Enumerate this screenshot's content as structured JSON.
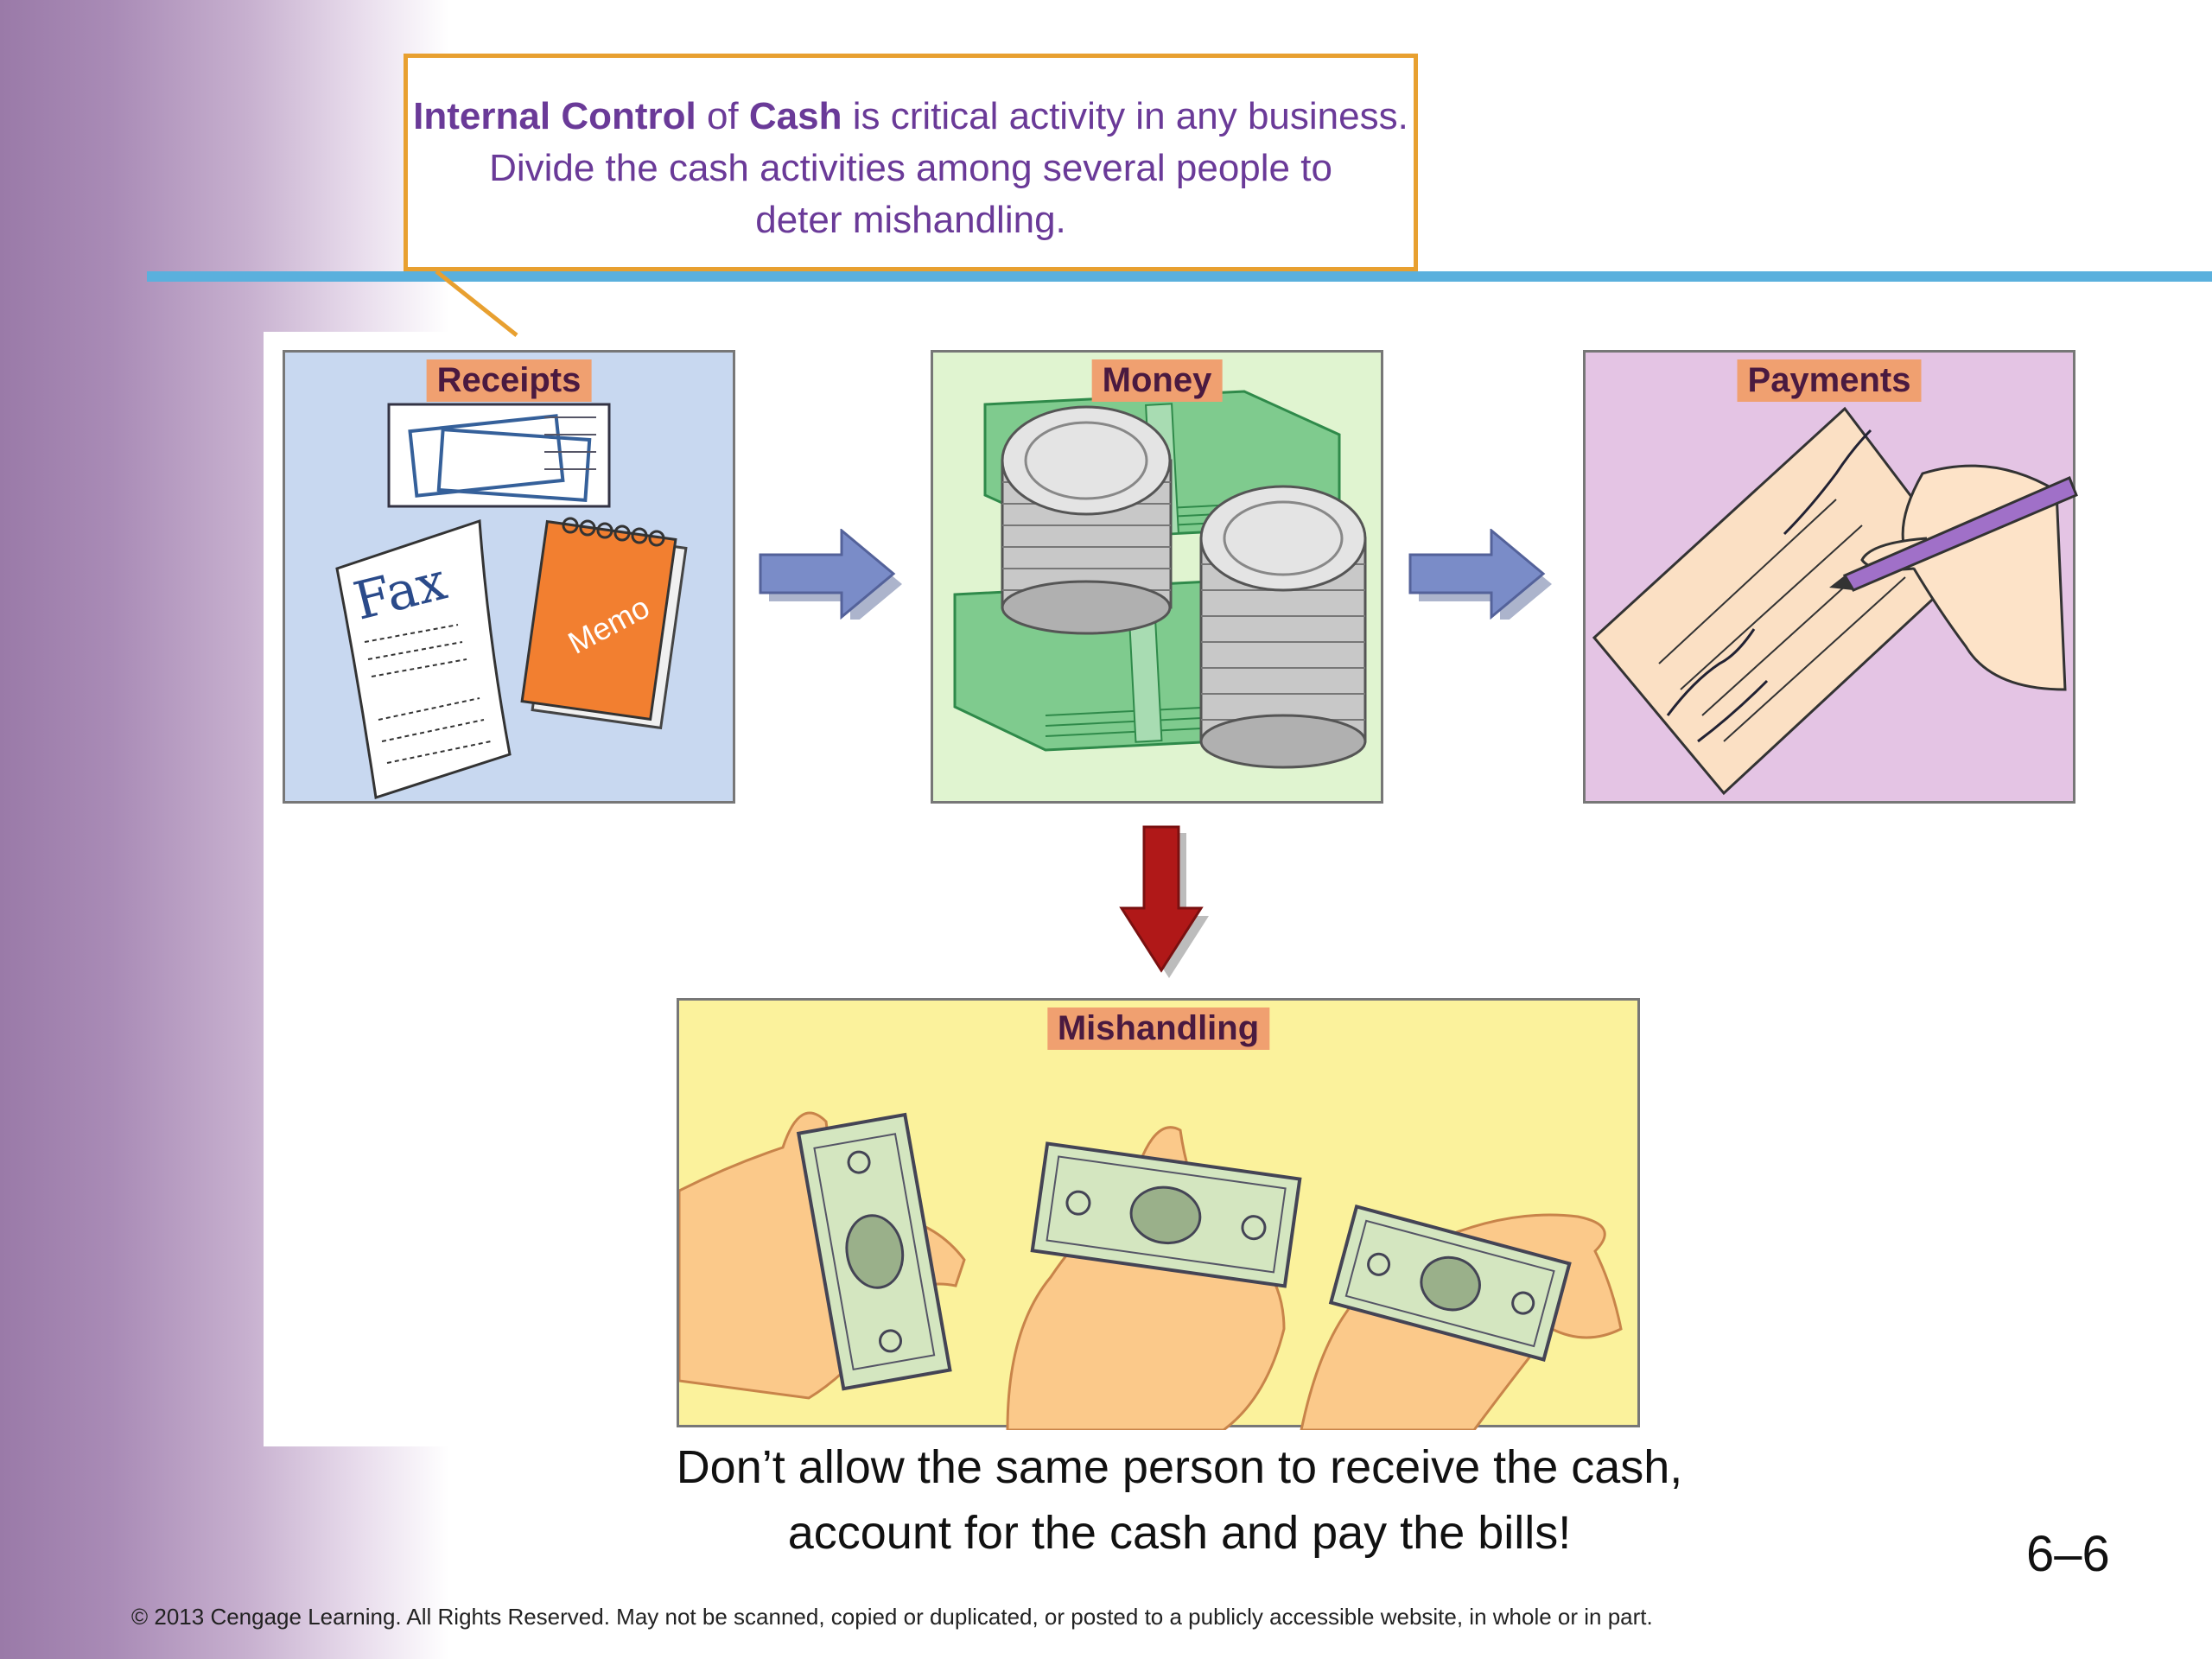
{
  "callout": {
    "part1_bold": "Internal Control",
    "part2": " of ",
    "part3_bold": "Cash",
    "part4": " is critical activity in any business.",
    "line2": "Divide the cash activities among several people to deter mishandling."
  },
  "panels": {
    "receipts": {
      "label": "Receipts",
      "fax_text": "Fax",
      "memo_text": "Memo"
    },
    "money": {
      "label": "Money"
    },
    "payments": {
      "label": "Payments"
    },
    "mishandling": {
      "label": "Mishandling"
    }
  },
  "caption": {
    "line1": "Don’t allow the same person to receive the cash,",
    "line2": "account for the cash and pay the bills!"
  },
  "slide_number": "6–6",
  "copyright": "© 2013 Cengage Learning. All Rights Reserved. May not be scanned, copied or duplicated, or posted to a publicly accessible website, in whole or in part.",
  "colors": {
    "callout_border": "#e8a030",
    "callout_text": "#6a3a98",
    "blue_rule": "#5ab0dd",
    "receipts_bg": "#c8d8f0",
    "money_bg": "#e0f4d0",
    "payments_bg": "#e4c4e4",
    "mishandling_bg": "#fbf29c",
    "label_bg": "#f0a070",
    "flow_arrow": "#7a8cc8",
    "down_arrow": "#b01818"
  }
}
